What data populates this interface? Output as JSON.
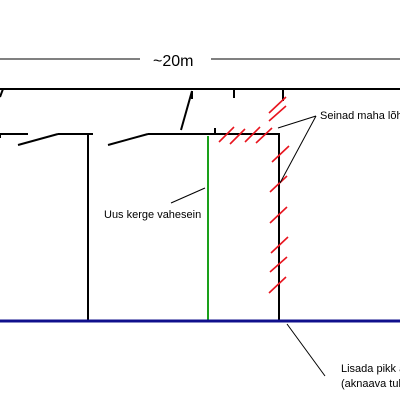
{
  "dimension_label": "~20m",
  "annotations": {
    "demolish_walls": "Seinad maha lõhk",
    "new_partition": "Uus kerge vahesein",
    "add_long_line1": "Lisada pikk a",
    "add_long_line2": "(aknaava tule"
  },
  "colors": {
    "wall": "#000000",
    "new_wall": "#1aa01a",
    "demolition_mark": "#e8141e",
    "base_line": "#10108c"
  }
}
